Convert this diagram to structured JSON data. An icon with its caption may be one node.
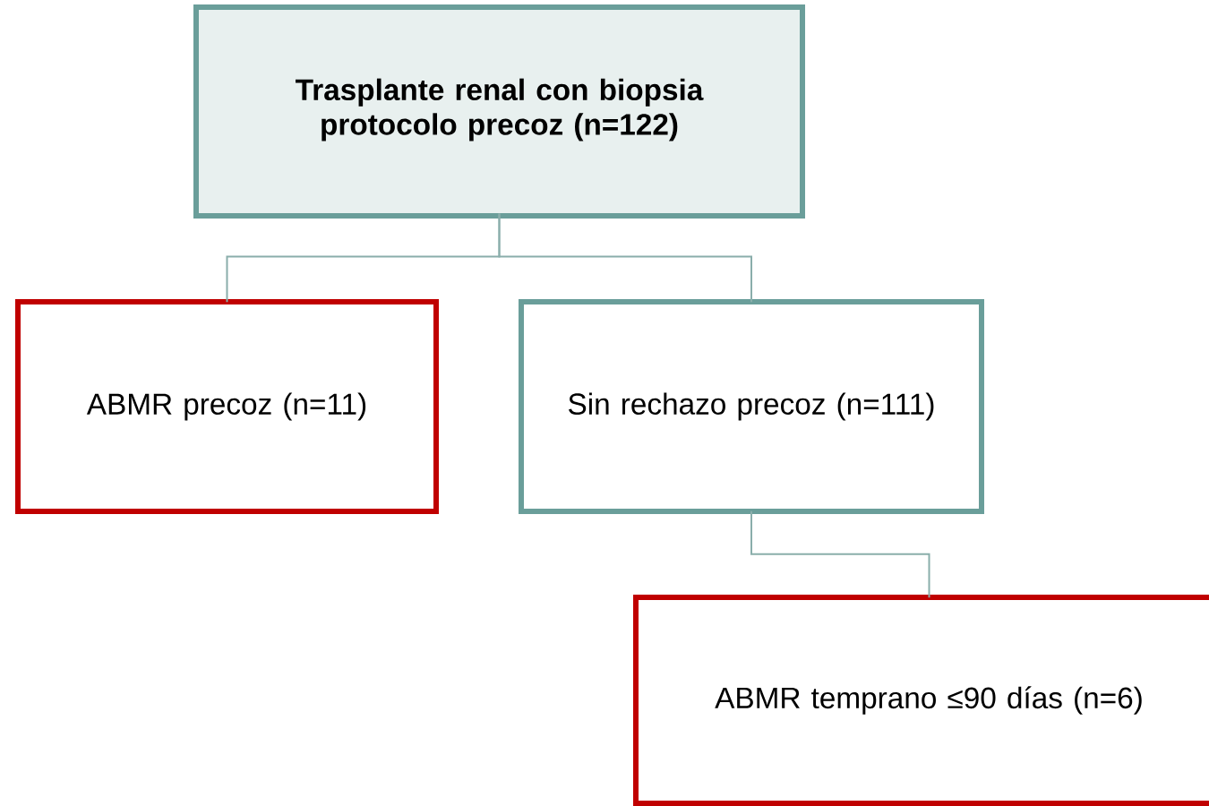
{
  "diagram": {
    "nodes": [
      {
        "text": [
          "Trasplante renal con biopsia protocolo precoz (n=122)"
        ]
      },
      {
        "text": [
          "ABMR precoz (n=11)"
        ]
      },
      {
        "text": [
          "Sin rechazo precoz (n=111)"
        ]
      },
      {
        "text": [
          "ABMR temprano ≤90 días (n=6)"
        ]
      }
    ],
    "edges": [
      {
        "from": 0,
        "to": 1,
        "arrow": "none"
      },
      {
        "from": 0,
        "to": 2,
        "arrow": "none"
      },
      {
        "from": 2,
        "to": 3,
        "arrow": "none"
      }
    ]
  }
}
